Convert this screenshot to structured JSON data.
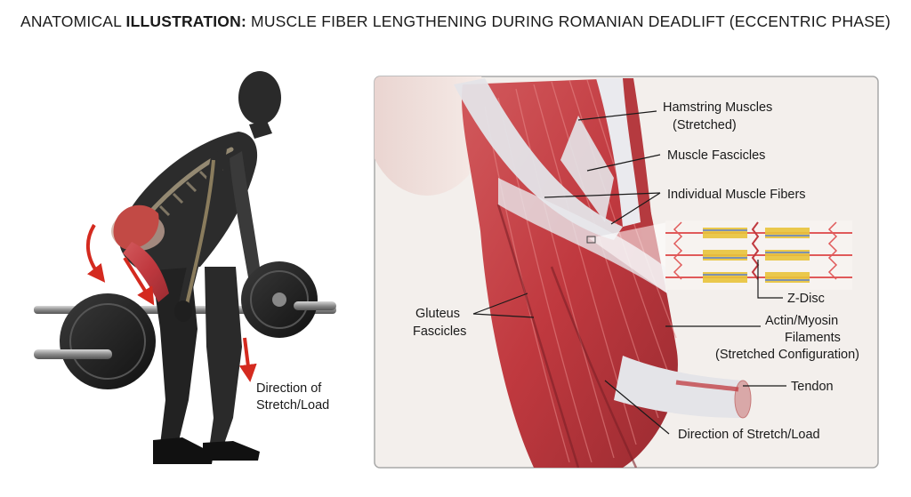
{
  "title": {
    "prefix": "ANATOMICAL ",
    "bold": "ILLUSTRATION:",
    "rest": " MUSCLE FIBER LENGTHENING DURING ROMANIAN DEADLIFT (ECCENTRIC PHASE)"
  },
  "left_panel": {
    "direction_label_line1": "Direction of",
    "direction_label_line2": "Stretch/Load"
  },
  "labels": {
    "hamstring_line1": "Hamstring Muscles",
    "hamstring_line2": "(Stretched)",
    "fascicles": "Muscle Fascicles",
    "fibers": "Individual Muscle Fibers",
    "zdisc": "Z-Disc",
    "gluteus_line1": "Gluteus",
    "gluteus_line2": "Fascicles",
    "actin_line1": "Actin/Myosin",
    "actin_line2": "Filaments",
    "actin_line3": "(Stretched Configuration)",
    "tendon": "Tendon",
    "direction": "Direction of Stretch/Load"
  },
  "colors": {
    "muscle": "#c8454a",
    "muscle_dark": "#8e2a30",
    "tendon": "#e4e4e8",
    "arrow": "#d42a1f",
    "panel_bg": "#f3efec",
    "panel_border": "#a8a8a8",
    "actin": "#e05a5a",
    "myosin": "#e8c33a",
    "blue_filament": "#5a7fd0"
  }
}
